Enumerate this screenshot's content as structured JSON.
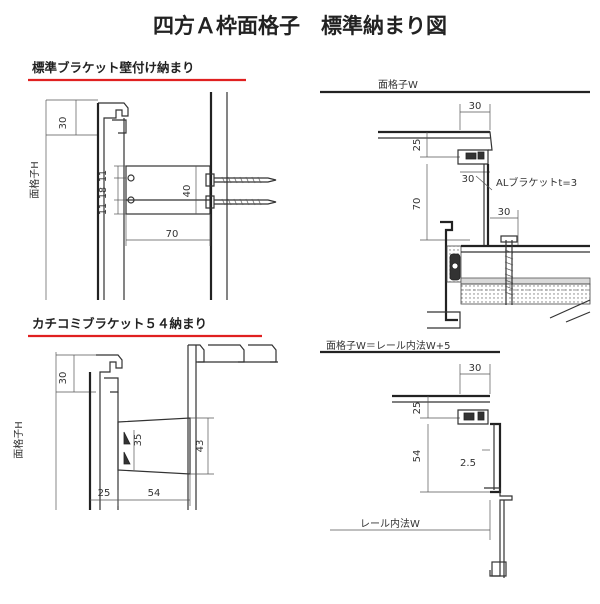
{
  "title": "四方Ａ枠面格子　標準納まり図",
  "sections": {
    "wall_mount": {
      "heading": "標準ブラケット壁付け納まり",
      "accent": "#e02020"
    },
    "clip_mount": {
      "heading": "カチコミブラケット５４納まり",
      "accent": "#e02020"
    }
  },
  "detail_tl": {
    "dims": {
      "d30": "30",
      "d11a": "11",
      "d18": "18",
      "d11b": "11",
      "d40": "40",
      "d70": "70"
    },
    "side_label": "面格子H"
  },
  "detail_tr": {
    "top_label": "面格子W",
    "dims": {
      "d30a": "30",
      "d25": "25",
      "d30b": "30",
      "d70": "70",
      "d30c": "30"
    },
    "bracket_label": "ALブラケットt=3"
  },
  "detail_bl": {
    "dims": {
      "d30": "30",
      "d35": "35",
      "d43": "43",
      "d25": "25",
      "d54": "54"
    },
    "side_label": "面格子H"
  },
  "detail_br": {
    "top_label": "面格子W＝レール内法W+5",
    "dims": {
      "d30": "30",
      "d25": "25",
      "d54": "54",
      "d25b": "2.5"
    },
    "bottom_label": "レール内法W"
  }
}
